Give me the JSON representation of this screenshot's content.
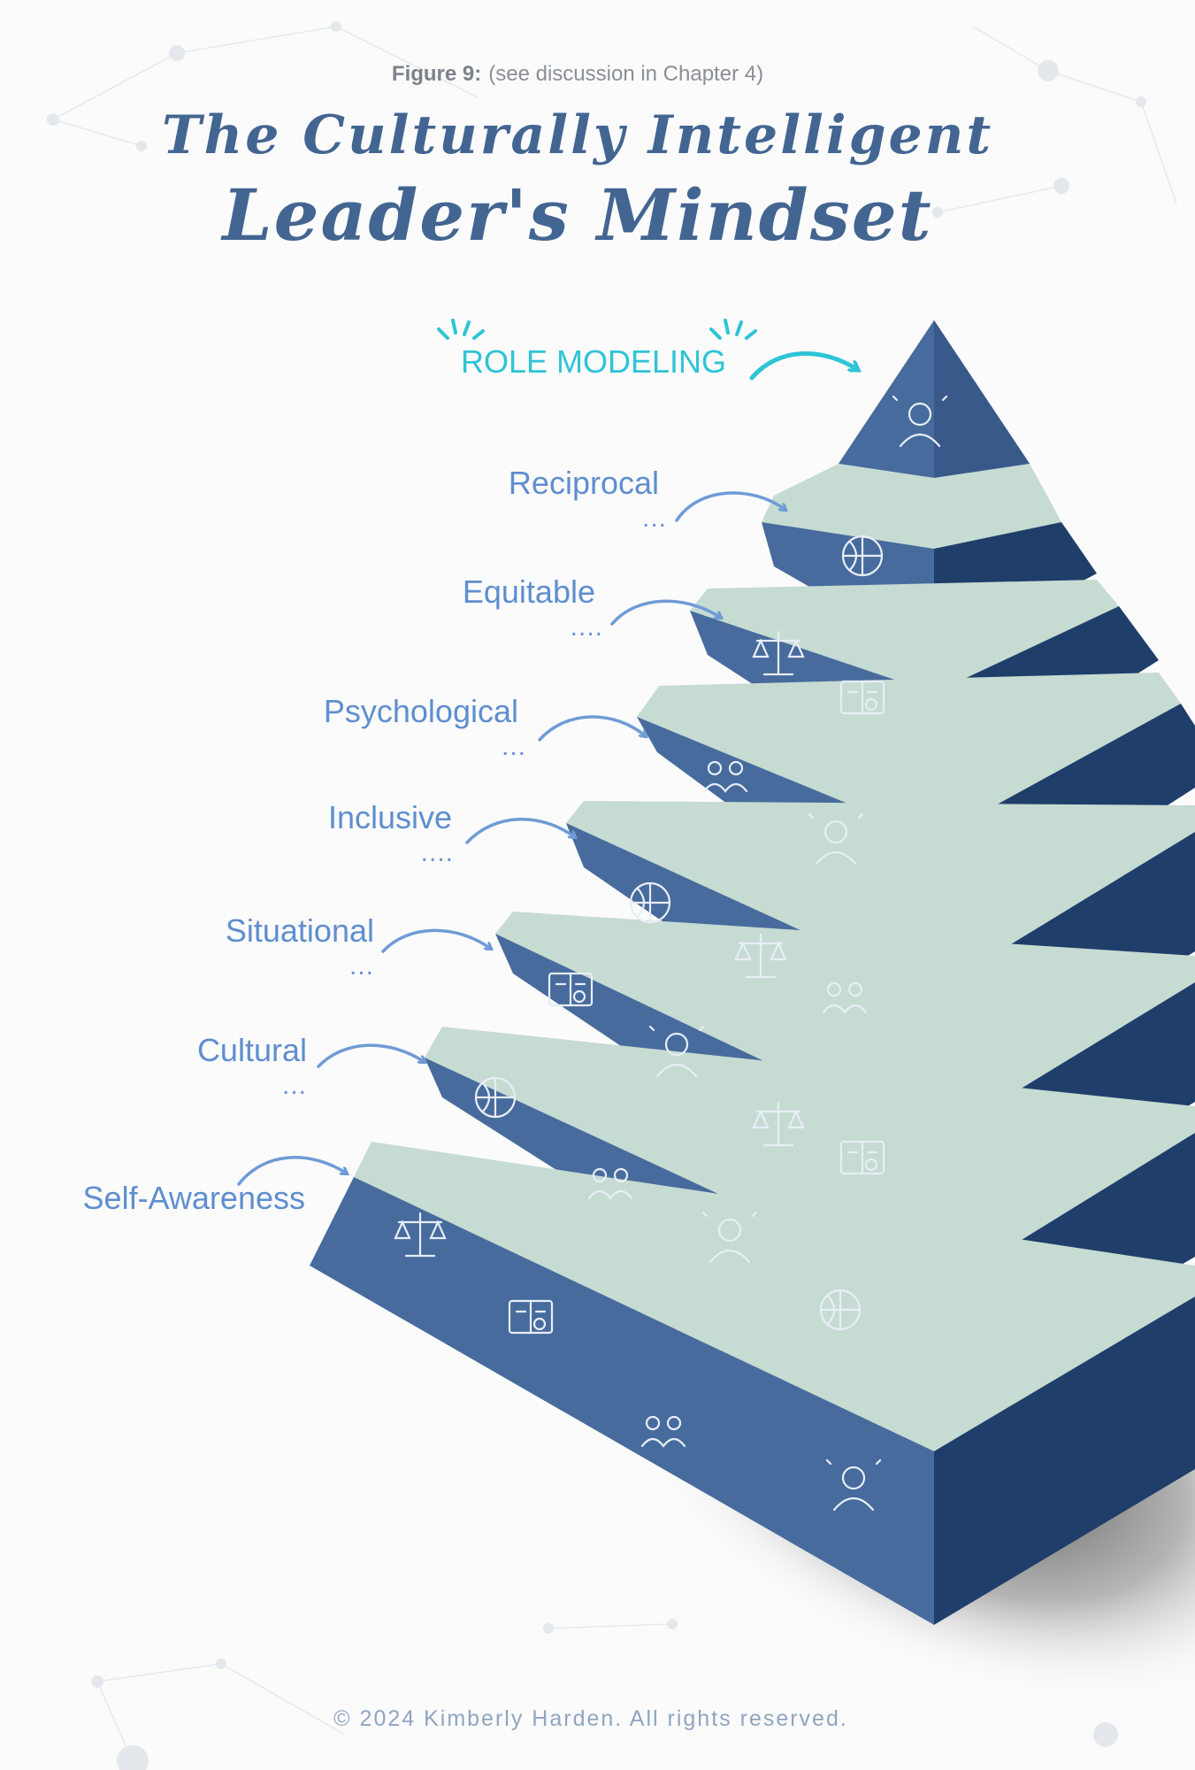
{
  "figure": {
    "label": "Figure 9:",
    "note": "(see discussion in Chapter 4)"
  },
  "title": {
    "line1": "The Culturally Intelligent",
    "line2": "Leader's Mindset"
  },
  "top_level": {
    "label": "ROLE MODELING"
  },
  "levels": [
    {
      "label": "Reciprocal",
      "dots": "..."
    },
    {
      "label": "Equitable",
      "dots": "...."
    },
    {
      "label": "Psychological",
      "dots": "..."
    },
    {
      "label": "Inclusive",
      "dots": "...."
    },
    {
      "label": "Situational",
      "dots": "..."
    },
    {
      "label": "Cultural",
      "dots": "..."
    },
    {
      "label": "Self-Awareness",
      "dots": ""
    }
  ],
  "colors": {
    "front_face": "#476b9c",
    "side_face": "#1f3e6a",
    "band": "#c6dbd2",
    "label": "#5f8ecf",
    "accent": "#2ec4d6",
    "title": "#436592"
  },
  "icons": [
    "person-with-stars-icon",
    "globe-heads-icon",
    "scales-icon",
    "open-book-icon",
    "brain-icon",
    "handshake-icon",
    "team-idea-icon",
    "hand-lightbulb-icon",
    "network-virus-icon",
    "group-badge-icon",
    "puzzle-globe-person-icon",
    "crowd-icon",
    "decision-arrows-icon",
    "location-pin-icon",
    "people-exchange-globe-icon",
    "meeting-group-icon",
    "hand-globe-icon",
    "mirror-face-icon",
    "network-people-icon",
    "award-person-icon",
    "brain-eye-icon"
  ],
  "copyright": "© 2024 Kimberly Harden. All rights reserved."
}
